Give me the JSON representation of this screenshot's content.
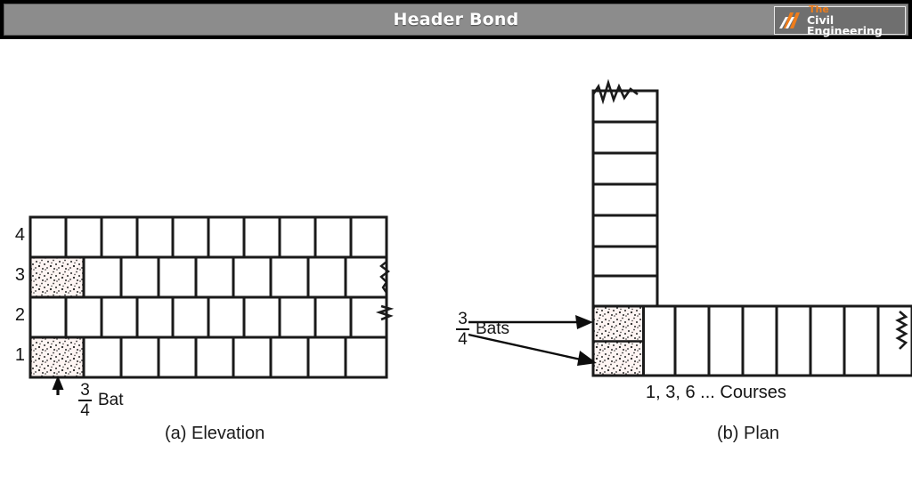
{
  "header": {
    "title": "Header Bond",
    "brand": {
      "slashes_icon": "brand-slashes-icon",
      "line1": "The",
      "line2": "Civil Engineering"
    },
    "colors": {
      "bar_bg": "#8c8c8c",
      "bar_border": "#000000",
      "title_text": "#ffffff",
      "brand_accent": "#f07d1a",
      "brand_bg": "#6f6f6f"
    }
  },
  "figure": {
    "colors": {
      "brick_outline": "#1a1a1a",
      "brick_fill": "#ffffff",
      "bat_fill": "#fdf4f2",
      "bat_speckle": "#2a2a2a",
      "mortar_line": "#7a4a44",
      "text": "#141414"
    },
    "elevation": {
      "caption": "(a) Elevation",
      "row_numbers": [
        "4",
        "3",
        "2",
        "1"
      ],
      "rows": [
        {
          "number": "4",
          "bat": false,
          "brick_count": 10
        },
        {
          "number": "3",
          "bat": true,
          "brick_count": 8
        },
        {
          "number": "2",
          "bat": false,
          "brick_count": 10
        },
        {
          "number": "1",
          "bat": true,
          "brick_count": 8
        }
      ],
      "annotation": {
        "fraction_numerator": "3",
        "fraction_denominator": "4",
        "label": "Bat"
      },
      "break_symbol": "zigzag-break-icon"
    },
    "plan": {
      "caption": "(b) Plan",
      "courses_label": "1, 3, 6 ... Courses",
      "annotation": {
        "fraction_numerator": "3",
        "fraction_denominator": "4",
        "label": "Bats"
      },
      "vertical_leg_units": 7,
      "horizontal_leg_units": 9,
      "corner_bats": 2,
      "break_symbol": "zigzag-break-icon"
    }
  }
}
